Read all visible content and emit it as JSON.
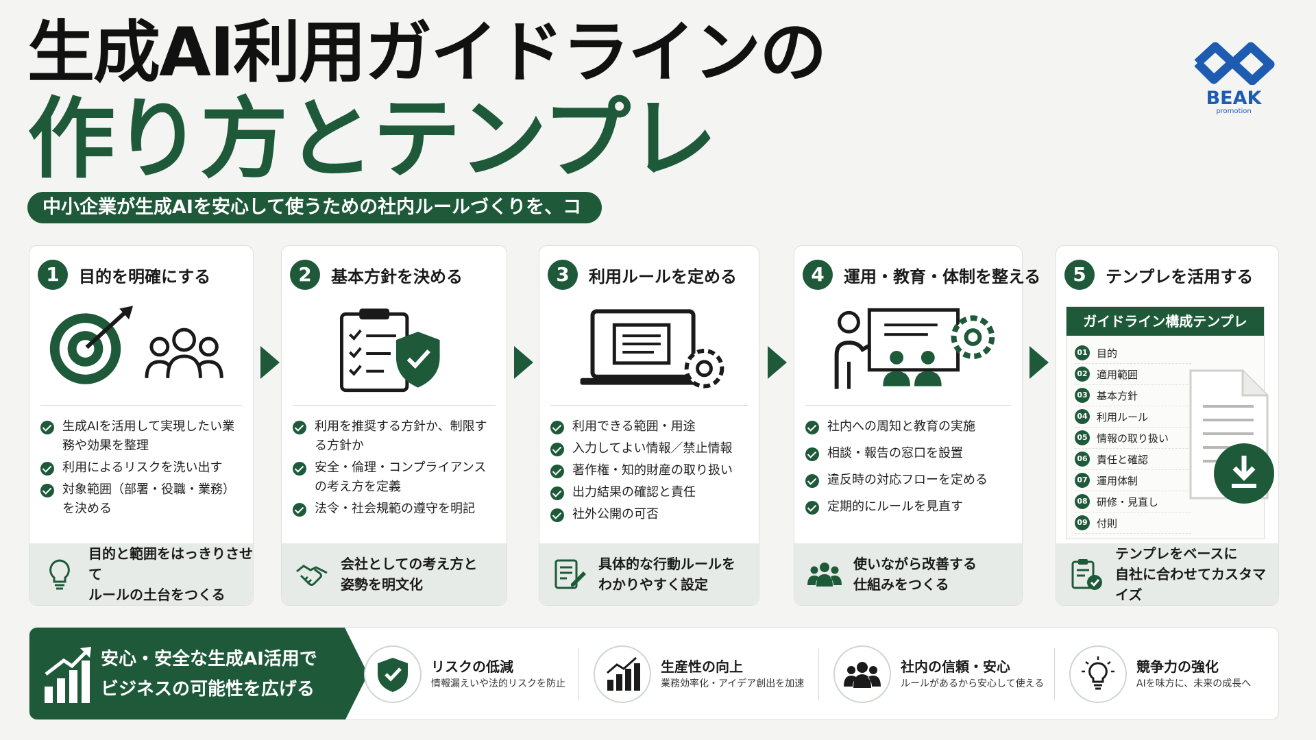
{
  "header": {
    "title_line1": "生成AI利用ガイドラインの",
    "title_line2": "作り方とテンプレ",
    "subtitle": "中小企業が生成AIを安心して使うための社内ルールづくりを、コ"
  },
  "logo": {
    "word": "BEAK",
    "sub": "promotion"
  },
  "colors": {
    "primary_green": "#1e5a3a",
    "logo_blue": "#1d5cb0",
    "background": "#f4f4f2"
  },
  "steps": [
    {
      "num": "1",
      "title": "目的を明確にする",
      "illustration": "target-and-people-icon",
      "bullets": [
        "生成AIを活用して実現したい業務や効果を整理",
        "利用によるリスクを洗い出す",
        "対象範囲（部署・役職・業務）を決める"
      ],
      "footer": [
        "目的と範囲をはっきりさせて",
        "ルールの土台をつくる"
      ],
      "footer_icon": "lightbulb-icon"
    },
    {
      "num": "2",
      "title": "基本方針を決める",
      "illustration": "clipboard-shield-icon",
      "bullets": [
        "利用を推奨する方針か、制限する方針か",
        "安全・倫理・コンプライアンスの考え方を定義",
        "法令・社会規範の遵守を明記"
      ],
      "footer": [
        "会社としての考え方と",
        "姿勢を明文化"
      ],
      "footer_icon": "handshake-icon"
    },
    {
      "num": "3",
      "title": "利用ルールを定める",
      "illustration": "laptop-gear-icon",
      "bullets": [
        "利用できる範囲・用途",
        "入力してよい情報／禁止情報",
        "著作権・知的財産の取り扱い",
        "出力結果の確認と責任",
        "社外公開の可否"
      ],
      "footer": [
        "具体的な行動ルールを",
        "わかりやすく設定"
      ],
      "footer_icon": "document-pen-icon"
    },
    {
      "num": "4",
      "title": "運用・教育・体制を整える",
      "illustration": "presentation-gear-icon",
      "bullets": [
        "社内への周知と教育の実施",
        "相談・報告の窓口を設置",
        "違反時の対応フローを定める",
        "定期的にルールを見直す"
      ],
      "footer": [
        "使いながら改善する",
        "仕組みをつくる"
      ],
      "footer_icon": "group-icon"
    },
    {
      "num": "5",
      "title": "テンプレを活用する",
      "template_title": "ガイドライン構成テンプレ",
      "template_items": [
        {
          "n": "01",
          "label": "目的"
        },
        {
          "n": "02",
          "label": "適用範囲"
        },
        {
          "n": "03",
          "label": "基本方針"
        },
        {
          "n": "04",
          "label": "利用ルール"
        },
        {
          "n": "05",
          "label": "情報の取り扱い"
        },
        {
          "n": "06",
          "label": "責任と確認"
        },
        {
          "n": "07",
          "label": "運用体制"
        },
        {
          "n": "08",
          "label": "研修・見直し"
        },
        {
          "n": "09",
          "label": "付則"
        }
      ],
      "footer": [
        "テンプレをベースに",
        "自社に合わせてカスタマイズ"
      ],
      "footer_icon": "clipboard-check-icon"
    }
  ],
  "banner": {
    "line1": "安心・安全な生成AI活用で",
    "line2": "ビジネスの可能性を広げる",
    "icon": "growth-chart-icon"
  },
  "benefits": [
    {
      "title": "リスクの低減",
      "desc": "情報漏えいや法的リスクを防止",
      "icon": "shield-check-icon"
    },
    {
      "title": "生産性の向上",
      "desc": "業務効率化・アイデア創出を加速",
      "icon": "bar-growth-icon"
    },
    {
      "title": "社内の信頼・安心",
      "desc": "ルールがあるから安心して使える",
      "icon": "people-icon"
    },
    {
      "title": "競争力の強化",
      "desc": "AIを味方に、未来の成長へ",
      "icon": "bulb-icon"
    }
  ]
}
